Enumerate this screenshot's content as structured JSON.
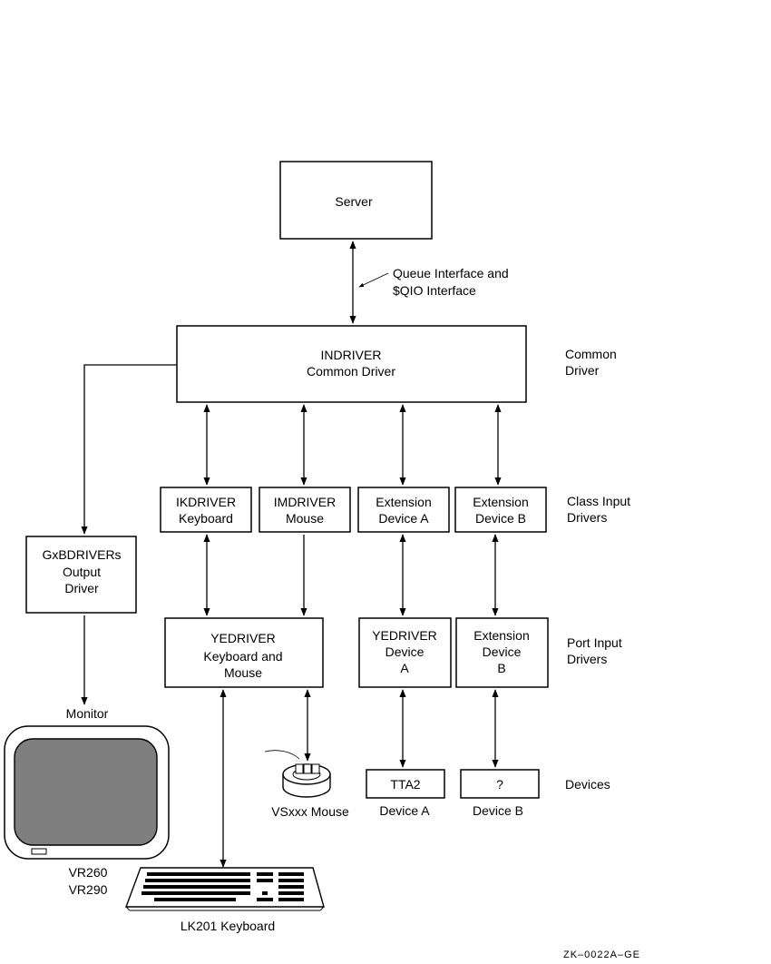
{
  "server": {
    "label": "Server"
  },
  "interface_note": {
    "line1": "Queue Interface and",
    "line2": "$QIO  Interface"
  },
  "indriver": {
    "line1": "INDRIVER",
    "line2": "Common Driver"
  },
  "layer_labels": {
    "common": {
      "line1": "Common",
      "line2": "Driver"
    },
    "class": {
      "line1": "Class Input",
      "line2": "Drivers"
    },
    "port": {
      "line1": "Port Input",
      "line2": "Drivers"
    },
    "devices": {
      "line1": "Devices"
    }
  },
  "class_drivers": {
    "ikdriver": {
      "line1": "IKDRIVER",
      "line2": "Keyboard"
    },
    "imdriver": {
      "line1": "IMDRIVER",
      "line2": "Mouse"
    },
    "ext_a": {
      "line1": "Extension",
      "line2": "Device A"
    },
    "ext_b": {
      "line1": "Extension",
      "line2": "Device B"
    }
  },
  "output_driver": {
    "line1": "GxBDRIVERs",
    "line2": "Output",
    "line3": "Driver"
  },
  "port_drivers": {
    "yedriver_km": {
      "line1": "YEDRIVER",
      "line2": "Keyboard  and",
      "line3": "Mouse"
    },
    "yedriver_a": {
      "line1": "YEDRIVER",
      "line2": "Device",
      "line3": "A"
    },
    "ext_b": {
      "line1": "Extension",
      "line2": "Device",
      "line3": "B"
    }
  },
  "devices": {
    "tta2": {
      "box": "TTA2",
      "caption": "Device A"
    },
    "unknown": {
      "box": "?",
      "caption": "Device B"
    }
  },
  "monitor": {
    "label": "Monitor",
    "model1": "VR260",
    "model2": "VR290"
  },
  "mouse": {
    "caption": "VSxxx Mouse"
  },
  "keyboard": {
    "caption": "LK201 Keyboard"
  },
  "figure_code": "ZK–0022A–GE"
}
